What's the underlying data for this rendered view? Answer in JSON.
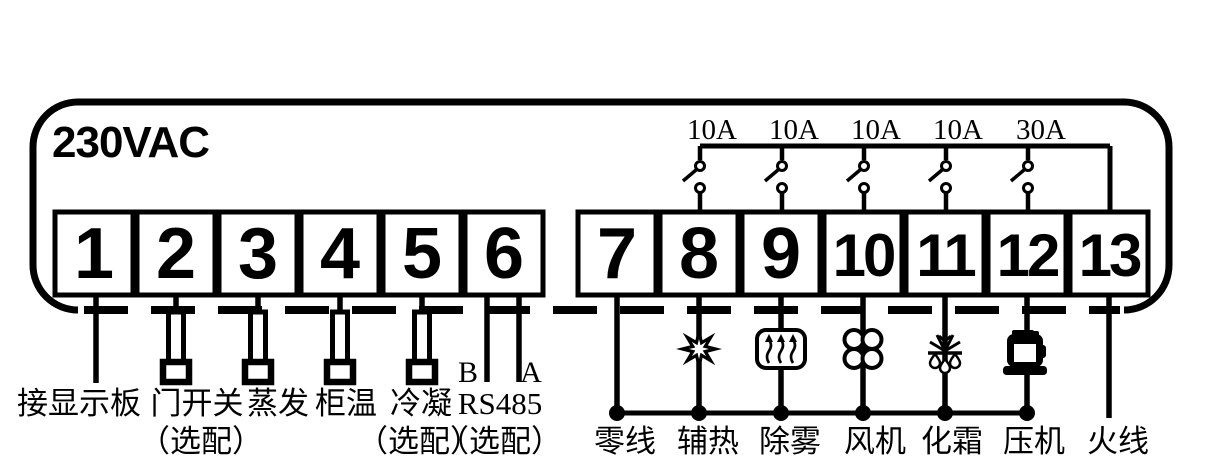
{
  "diagram_title": "230VAC",
  "left_terminals": [
    {
      "number": "1",
      "label": "接显示板",
      "sublabel": ""
    },
    {
      "number": "2",
      "label": "门开关",
      "sublabel": "（选配）"
    },
    {
      "number": "3",
      "label": "蒸发",
      "sublabel": ""
    },
    {
      "number": "4",
      "label": "柜温",
      "sublabel": ""
    },
    {
      "number": "5",
      "label": "冷凝",
      "sublabel": "（选配）"
    },
    {
      "number": "6",
      "label": "RS485",
      "sublabel": "（选配）",
      "wire_label_b": "B",
      "wire_label_a": "A"
    }
  ],
  "fuses": [
    {
      "rating": "10A"
    },
    {
      "rating": "10A"
    },
    {
      "rating": "10A"
    },
    {
      "rating": "10A"
    },
    {
      "rating": "30A"
    }
  ],
  "right_terminals": [
    {
      "number": "7",
      "label": "零线",
      "icon": "none"
    },
    {
      "number": "8",
      "label": "辅热",
      "icon": "heater-star-icon"
    },
    {
      "number": "9",
      "label": "除雾",
      "icon": "defog-icon"
    },
    {
      "number": "10",
      "label": "风机",
      "icon": "fan-icon"
    },
    {
      "number": "11",
      "label": "化霜",
      "icon": "defrost-icon"
    },
    {
      "number": "12",
      "label": "压机",
      "icon": "compressor-icon"
    },
    {
      "number": "13",
      "label": "火线",
      "icon": "none"
    }
  ],
  "colors": {
    "line": "#000000",
    "background": "#ffffff"
  }
}
